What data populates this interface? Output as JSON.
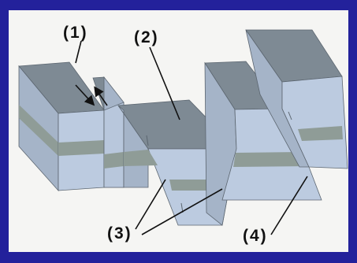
{
  "diagram": {
    "labels": [
      {
        "id": "1",
        "text": "(1)"
      },
      {
        "id": "2",
        "text": "(2)"
      },
      {
        "id": "3",
        "text": "(3)"
      },
      {
        "id": "4",
        "text": "(4)"
      }
    ],
    "colors": {
      "background": "#23219b",
      "panel": "#f5f5f3",
      "top_face": "#7e8a94",
      "front_face": "#bccbe0",
      "side_face": "#a5b4c8",
      "layer_band": "#8f9c97",
      "edge": "#5c6670"
    }
  }
}
